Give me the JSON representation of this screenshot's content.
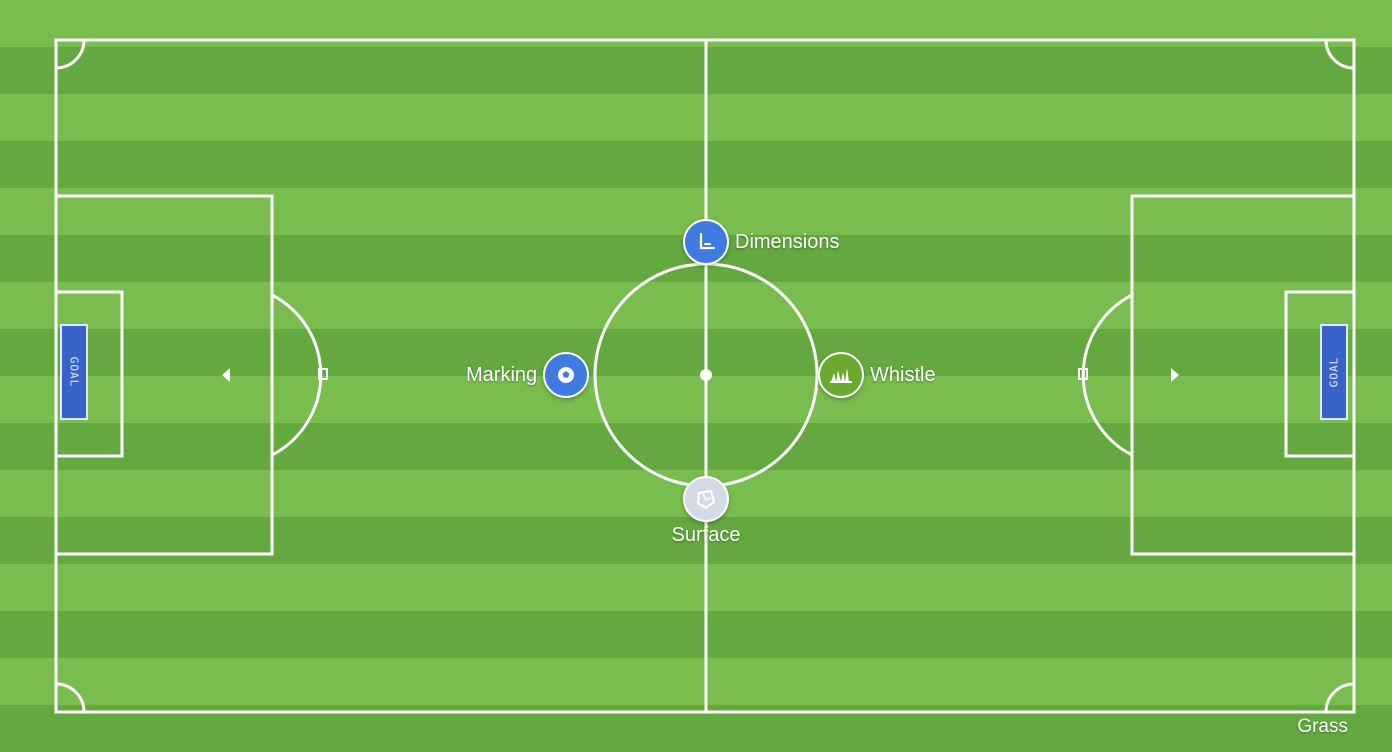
{
  "pitch": {
    "grass_light": "#79bd4e",
    "grass_dark": "#63a93f",
    "line_color": "#ffffff"
  },
  "markers": {
    "dimensions": {
      "label": "Dimensions",
      "icon": "measure-icon",
      "color": "#3f7be0"
    },
    "marking": {
      "label": "Marking",
      "icon": "ball-icon",
      "color": "#3f7be0"
    },
    "whistle": {
      "label": "Whistle",
      "icon": "grass-icon",
      "color": "#6aa82f"
    },
    "surface": {
      "label": "Surface",
      "icon": "turf-icon",
      "color": "#d4dbe6"
    }
  },
  "goals": {
    "left_sign": "GOAL",
    "right_sign": "GOAL"
  },
  "corner_label": "Grass"
}
